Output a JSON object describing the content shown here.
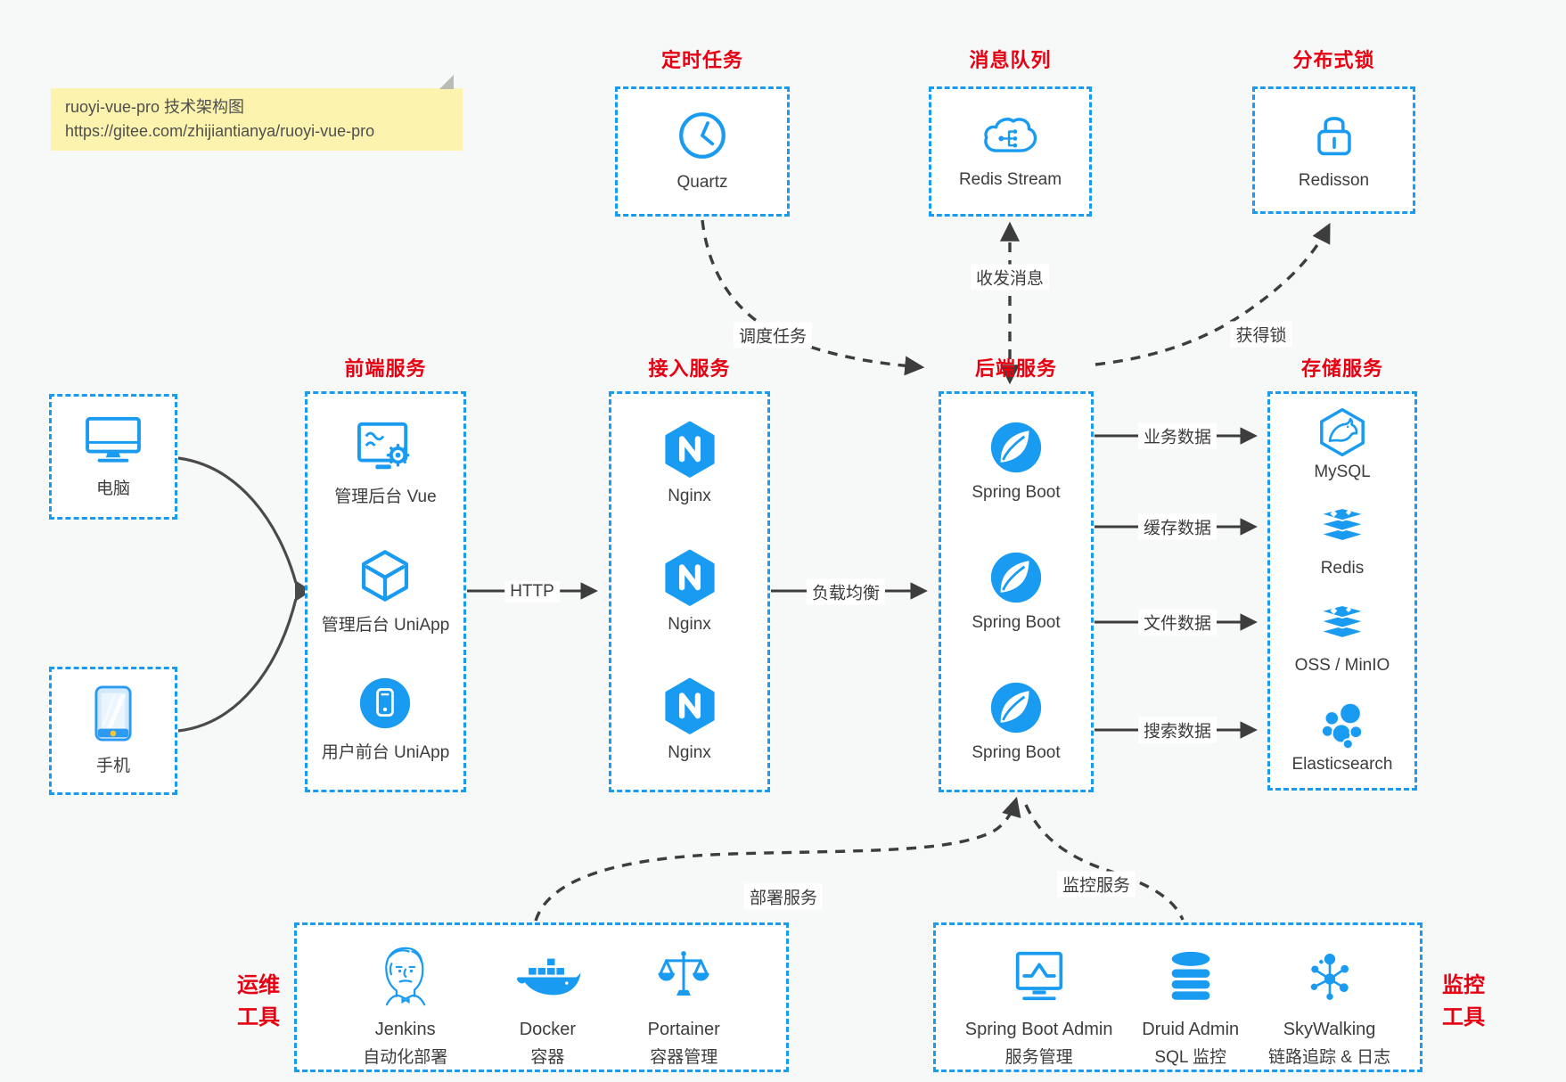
{
  "colors": {
    "accent_blue": "#199bf2",
    "title_red": "#e60012",
    "line_dark": "#3d3d3d",
    "note_bg": "#fbf3ae",
    "canvas_bg": "#f7f8f8"
  },
  "note": {
    "line1": "ruoyi-vue-pro 技术架构图",
    "line2": "https://gitee.com/zhijiantianya/ruoyi-vue-pro"
  },
  "top_services": [
    {
      "title": "定时任务",
      "label": "Quartz",
      "icon": "clock-icon"
    },
    {
      "title": "消息队列",
      "label": "Redis Stream",
      "icon": "cloud-stream-icon"
    },
    {
      "title": "分布式锁",
      "label": "Redisson",
      "icon": "lock-icon"
    }
  ],
  "clients": [
    {
      "label": "电脑",
      "icon": "desktop-icon"
    },
    {
      "label": "手机",
      "icon": "mobile-icon"
    }
  ],
  "service_columns": [
    {
      "title": "前端服务",
      "items": [
        {
          "label": "管理后台 Vue",
          "icon": "admin-vue-icon"
        },
        {
          "label": "管理后台 UniApp",
          "icon": "admin-uniapp-icon"
        },
        {
          "label": "用户前台 UniApp",
          "icon": "user-uniapp-icon"
        }
      ]
    },
    {
      "title": "接入服务",
      "items": [
        {
          "label": "Nginx",
          "icon": "nginx-icon"
        },
        {
          "label": "Nginx",
          "icon": "nginx-icon"
        },
        {
          "label": "Nginx",
          "icon": "nginx-icon"
        }
      ]
    },
    {
      "title": "后端服务",
      "items": [
        {
          "label": "Spring Boot",
          "icon": "spring-boot-icon"
        },
        {
          "label": "Spring Boot",
          "icon": "spring-boot-icon"
        },
        {
          "label": "Spring Boot",
          "icon": "spring-boot-icon"
        }
      ]
    },
    {
      "title": "存储服务",
      "items": [
        {
          "label": "MySQL",
          "icon": "mysql-icon"
        },
        {
          "label": "Redis",
          "icon": "redis-stack-icon"
        },
        {
          "label": "OSS / MinIO",
          "icon": "redis-stack-icon"
        },
        {
          "label": "Elasticsearch",
          "icon": "elasticsearch-icon"
        }
      ]
    }
  ],
  "edge_labels": {
    "http": "HTTP",
    "load_balance": "负载均衡",
    "business_data": "业务数据",
    "cache_data": "缓存数据",
    "file_data": "文件数据",
    "search_data": "搜索数据",
    "schedule_task": "调度任务",
    "message": "收发消息",
    "lock": "获得锁",
    "deploy": "部署服务",
    "monitor": "监控服务"
  },
  "tool_groups": [
    {
      "side_line1": "运维",
      "side_line2": "工具",
      "items": [
        {
          "name": "Jenkins",
          "desc": "自动化部署",
          "icon": "jenkins-icon"
        },
        {
          "name": "Docker",
          "desc": "容器",
          "icon": "docker-icon"
        },
        {
          "name": "Portainer",
          "desc": "容器管理",
          "icon": "portainer-icon"
        }
      ]
    },
    {
      "side_line1": "监控",
      "side_line2": "工具",
      "items": [
        {
          "name": "Spring Boot Admin",
          "desc": "服务管理",
          "icon": "spring-boot-admin-icon"
        },
        {
          "name": "Druid Admin",
          "desc": "SQL 监控",
          "icon": "druid-icon"
        },
        {
          "name": "SkyWalking",
          "desc": "链路追踪 & 日志",
          "icon": "skywalking-icon"
        }
      ]
    }
  ]
}
